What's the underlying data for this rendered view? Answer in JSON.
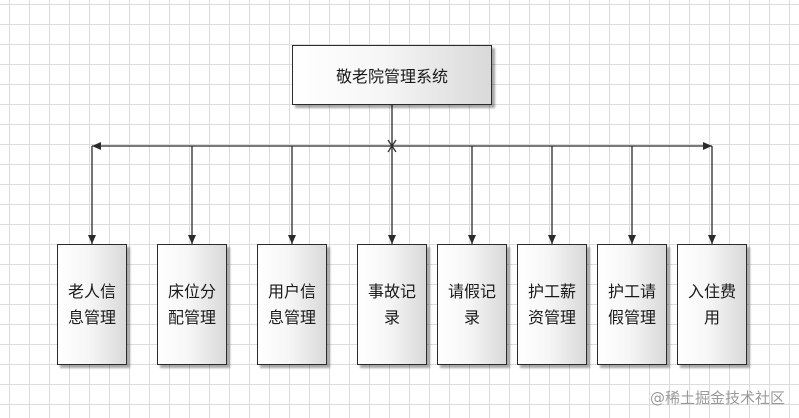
{
  "diagram": {
    "root": "敬老院管理系统",
    "children": [
      "老人信息管理",
      "床位分配管理",
      "用户信息管理",
      "事故记录",
      "请假记录",
      "护工薪资管理",
      "护工请假管理",
      "入住费用"
    ]
  },
  "watermark": "@稀土掘金技术社区",
  "colors": {
    "line": "#2b2b2b",
    "grid": "#dcdcdc"
  }
}
